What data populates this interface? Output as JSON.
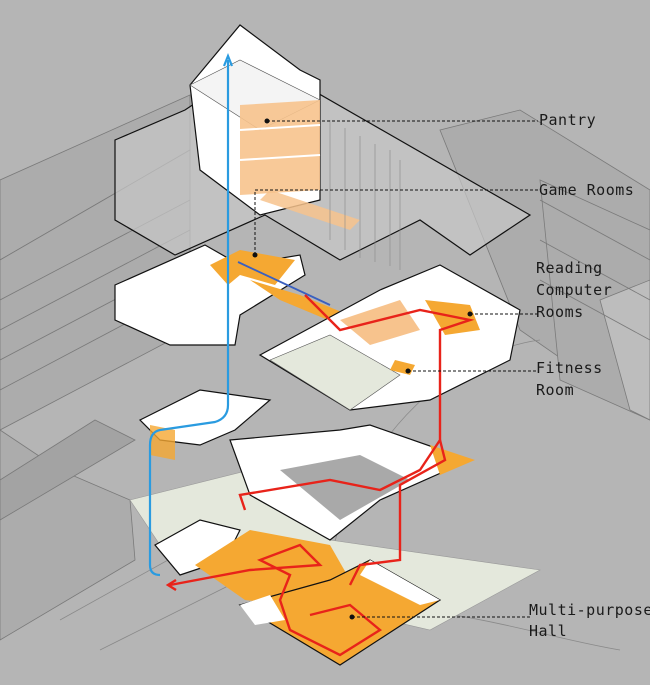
{
  "diagram": {
    "type": "axonometric exploded building circulation diagram",
    "colors": {
      "background": "#b5b5b5",
      "context_buildings": "#a9a9a9",
      "building_white": "#ffffff",
      "floor_orange": "#f5a832",
      "floor_orange_light": "#f7c38d",
      "courtyard_green": "#e4e8dc",
      "circulation_red": "#e8231a",
      "circulation_blue": "#2a9be0",
      "outline": "#111111"
    },
    "levels": [
      {
        "id": "upper-tower",
        "rooms": [
          "Pantry",
          "Game Rooms"
        ]
      },
      {
        "id": "second-floor",
        "rooms": [
          "Reading Computer Rooms",
          "Fitness Room"
        ]
      },
      {
        "id": "first-floor",
        "rooms": []
      },
      {
        "id": "ground-floor",
        "rooms": [
          "Multi-purpose Hall"
        ]
      }
    ],
    "paths": [
      {
        "name": "vertical circulation",
        "color": "#2a9be0"
      },
      {
        "name": "public route",
        "color": "#e8231a"
      }
    ]
  },
  "labels": {
    "pantry": "Pantry",
    "game_rooms": "Game Rooms",
    "reading_line1": "Reading",
    "reading_line2": "Computer",
    "reading_line3": "Rooms",
    "fitness_line1": "Fitness",
    "fitness_line2": "Room",
    "hall_line1": "Multi-purpose",
    "hall_line2": "Hall"
  }
}
